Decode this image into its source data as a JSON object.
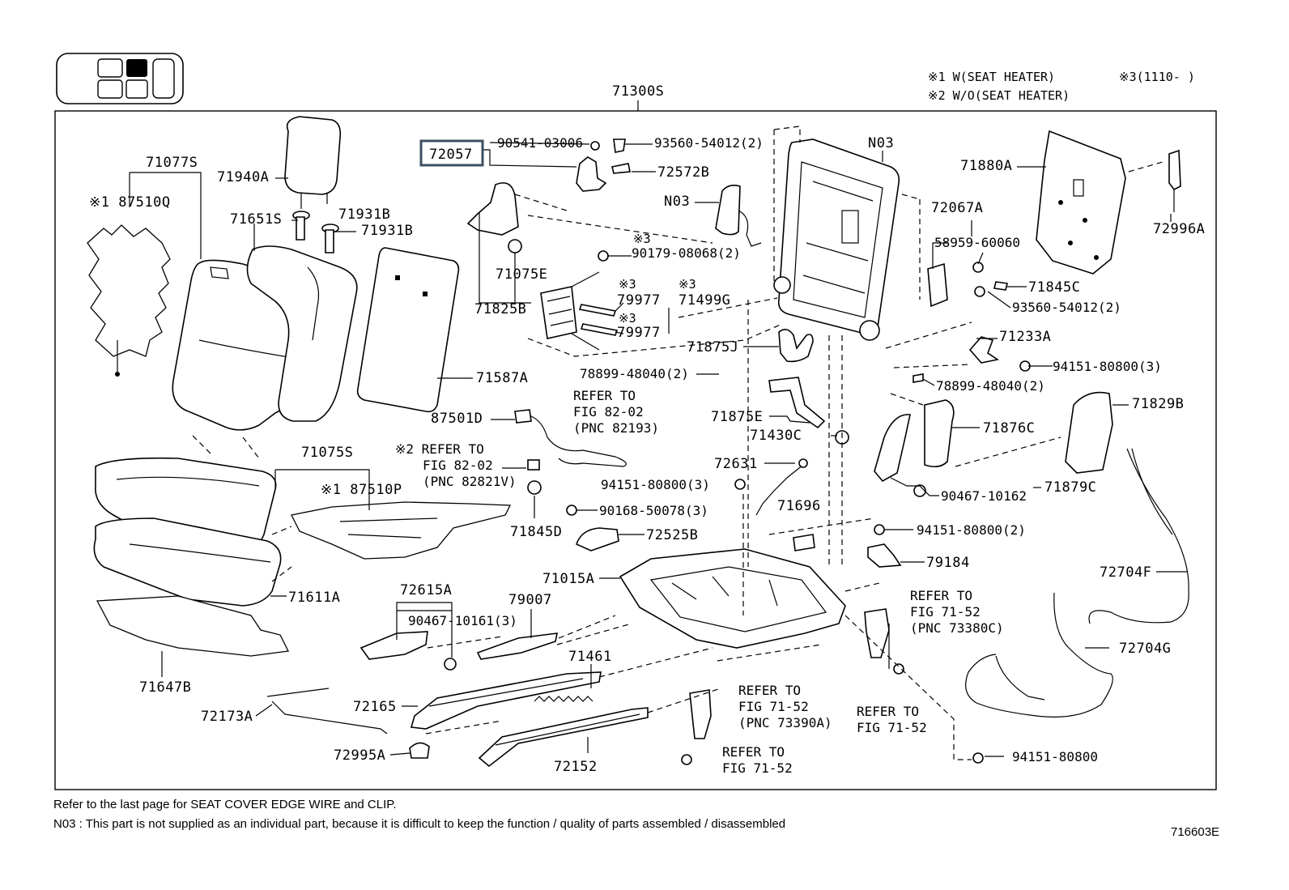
{
  "header": {
    "assembly": "71300S",
    "notes": [
      "※1 W(SEAT HEATER)",
      "※3(1110-    )",
      "※2 W/O(SEAT HEATER)"
    ]
  },
  "callouts": {
    "c71077S": "71077S",
    "c87510Q": "※1 87510Q",
    "c71940A": "71940A",
    "c71931B_1": "71931B",
    "c71931B_2": "71931B",
    "c71651S": "71651S",
    "c72057": "72057",
    "c90541": "90541-03006",
    "c93560a": "93560-54012(2)",
    "c72572B": "72572B",
    "cN03a": "N03",
    "cN03b": "N03",
    "c71880A": "71880A",
    "c72996A": "72996A",
    "c72067A": "72067A",
    "c58959": "58959-60060",
    "c71845C": "71845C",
    "c93560b": "93560-54012(2)",
    "c71075E": "71075E",
    "c3a": "※3",
    "c90179": "90179-08068(2)",
    "c71825B": "71825B",
    "c3b": "※3",
    "c79977a": "79977",
    "c3c": "※3",
    "c71499G": "71499G",
    "c3d": "※3",
    "c79977b": "79977",
    "c71587A": "71587A",
    "c71875J": "71875J",
    "c71233A": "71233A",
    "c94151a": "94151-80800(3)",
    "c78899a": "78899-48040(2)",
    "c78899b": "78899-48040(2)",
    "c71829B": "71829B",
    "c87501D": "87501D",
    "cRef1a": "REFER TO",
    "cRef1b": "FIG 82-02",
    "cRef1c": "(PNC 82193)",
    "c71875E": "71875E",
    "c71876C": "71876C",
    "c71430C": "71430C",
    "c71075S": "71075S",
    "cRef2a": "※2 REFER TO",
    "cRef2b": "FIG 82-02",
    "cRef2c": "(PNC 82821V)",
    "c72631": "72631",
    "c87510P": "※1 87510P",
    "c94151b": "94151-80800(3)",
    "c90467a": "90467-10162",
    "c71879C": "71879C",
    "c90168": "90168-50078(3)",
    "c71696": "71696",
    "c71845D": "71845D",
    "c72525B": "72525B",
    "c94151c": "94151-80800(2)",
    "c79184": "79184",
    "c71015A": "71015A",
    "c72704F": "72704F",
    "c71611A": "71611A",
    "c72615A": "72615A",
    "c79007": "79007",
    "cRef3a": "REFER TO",
    "cRef3b": "FIG 71-52",
    "cRef3c": "(PNC 73380C)",
    "c90467b": "90467-10161(3)",
    "c72704G": "72704G",
    "c71461": "71461",
    "c71647B": "71647B",
    "cRef4a": "REFER TO",
    "cRef4b": "FIG 71-52",
    "cRef4c": "(PNC 73390A)",
    "c72165": "72165",
    "c72173A": "72173A",
    "cRef5a": "REFER TO",
    "cRef5b": "FIG 71-52",
    "c72995A": "72995A",
    "c72152": "72152",
    "cRef6a": "REFER TO",
    "cRef6b": "FIG 71-52",
    "c94151d": "94151-80800"
  },
  "footer": {
    "line1": "Refer to the last page for SEAT COVER EDGE WIRE and CLIP.",
    "line2": "N03 : This part is not supplied as an individual part, because it is difficult to keep the function / quality of parts assembled / disassembled",
    "code": "716603E"
  },
  "colors": {
    "highlight": "#3d4f62"
  }
}
